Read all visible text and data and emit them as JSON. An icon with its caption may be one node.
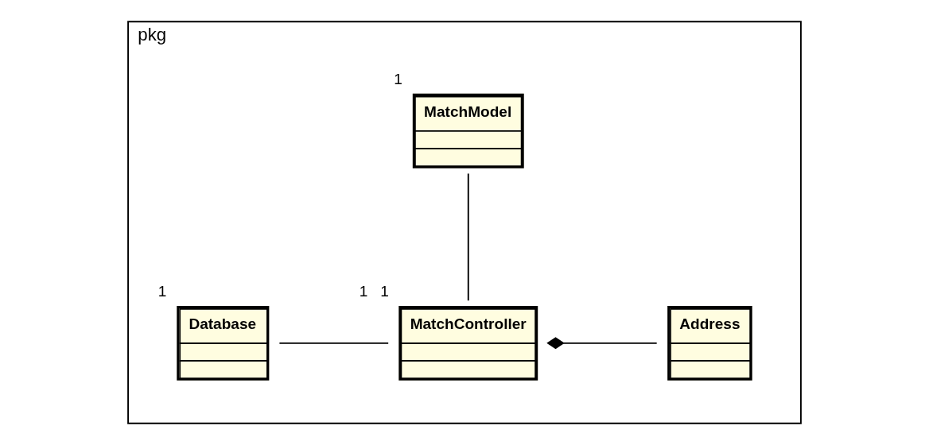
{
  "diagram": {
    "nodes": [
      {
        "text": [
          "pkg"
        ]
      },
      {
        "text": [
          "MatchModel"
        ],
        "in": 0,
        "beside": [
          "1"
        ]
      },
      {
        "text": [
          "Database"
        ],
        "in": 0,
        "beside": [
          "1"
        ]
      },
      {
        "text": [
          "MatchController"
        ],
        "in": 0,
        "beside": [
          "1",
          "1"
        ]
      },
      {
        "text": [
          "Address"
        ],
        "in": 0
      }
    ],
    "edges": [
      {
        "from": 1,
        "to": 3,
        "arrow": "none"
      },
      {
        "from": 2,
        "to": 3,
        "arrow": "none"
      },
      {
        "from": 3,
        "to": 4,
        "arrow": "other"
      }
    ]
  }
}
